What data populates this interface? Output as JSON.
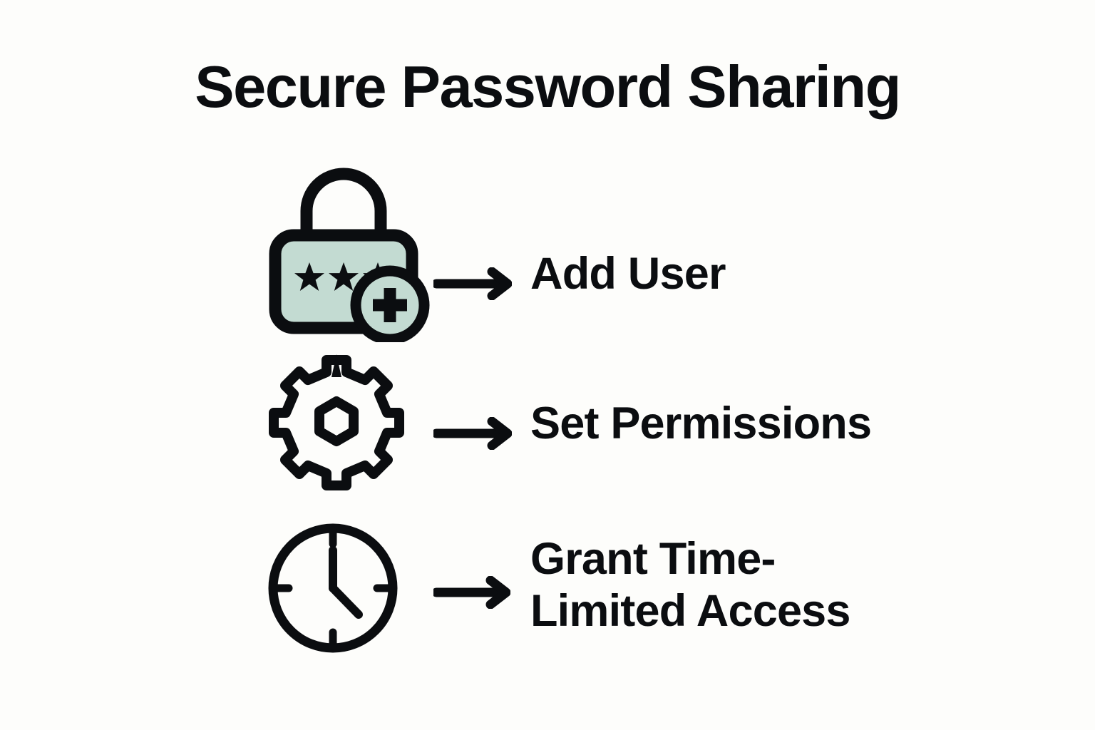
{
  "page": {
    "title": "Secure Password Sharing",
    "background_color": "#fdfdfb",
    "text_color": "#0b0d10",
    "accent_color": "#c3dbd2",
    "outline_color": "#0b0d10"
  },
  "steps": [
    {
      "index": 1,
      "icon": "password-lock-add-user-icon",
      "icon_parts": [
        "padlock",
        "shackle",
        "three-asterisks",
        "plus-badge"
      ],
      "arrow": "arrow-right-icon",
      "label": "Add User"
    },
    {
      "index": 2,
      "icon": "gear-icon",
      "icon_parts": [
        "gear-teeth",
        "center-hole",
        "top-spike"
      ],
      "arrow": "arrow-right-icon",
      "label": "Set Permissions"
    },
    {
      "index": 3,
      "icon": "clock-icon",
      "icon_parts": [
        "dial",
        "tick-marks",
        "hour-hand",
        "minute-hand"
      ],
      "arrow": "arrow-right-icon",
      "label": "Grant Time-\nLimited Access"
    }
  ]
}
